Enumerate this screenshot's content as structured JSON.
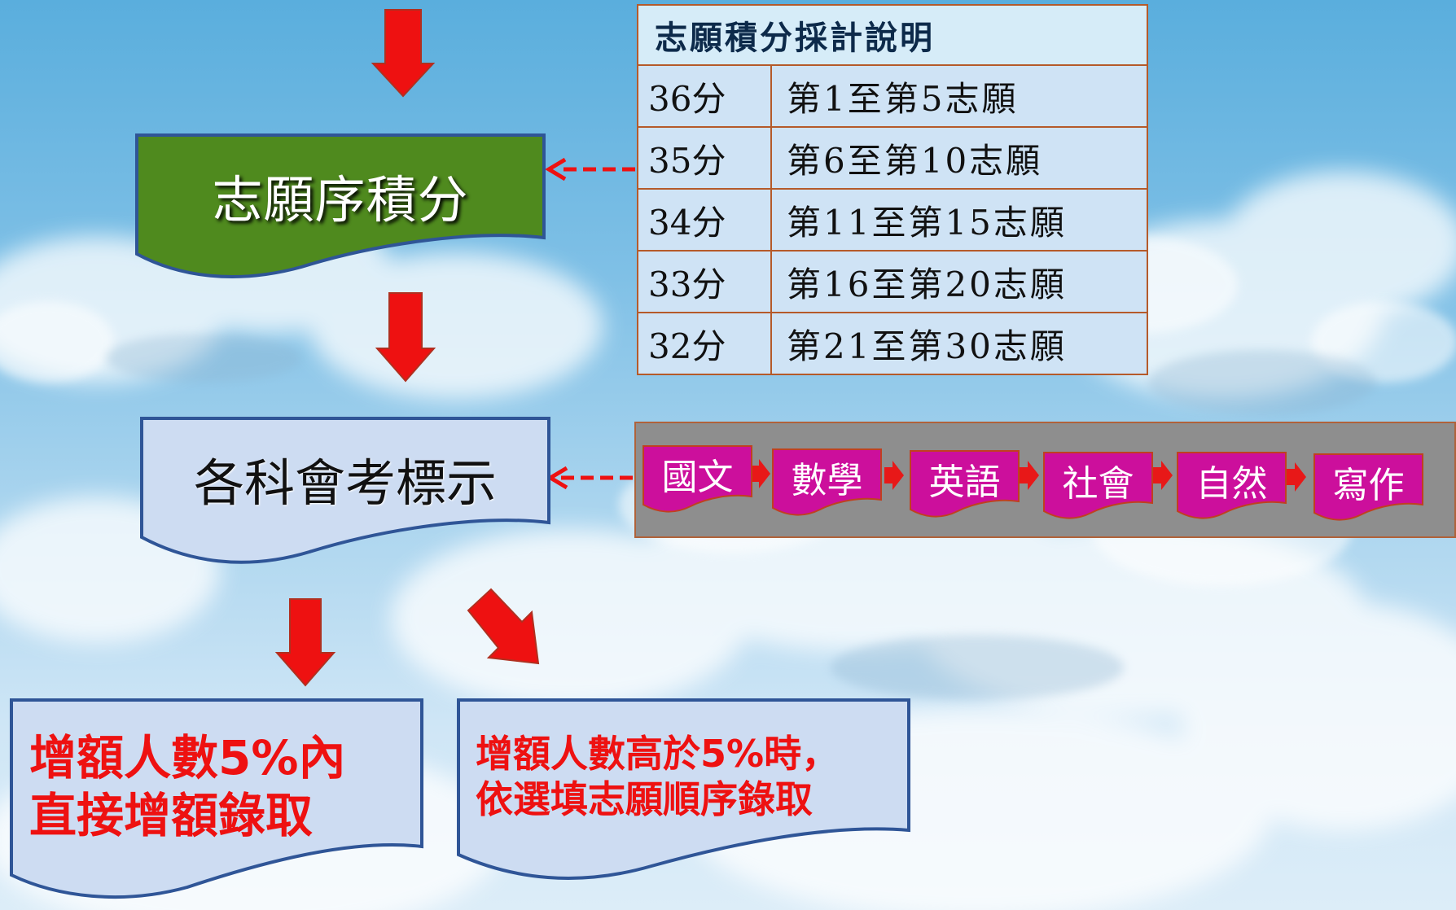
{
  "flow": {
    "box1_label": "志願序積分",
    "box2_label": "各科會考標示",
    "result_left": [
      "增額人數5%內",
      "直接增額錄取"
    ],
    "result_right": [
      "增額人數高於5%時，",
      "依選填志願順序錄取"
    ]
  },
  "score_table": {
    "header": "志願積分採計說明",
    "rows": [
      {
        "points": "36分",
        "range": "第1至第5志願"
      },
      {
        "points": "35分",
        "range": "第6至第10志願"
      },
      {
        "points": "34分",
        "range": "第11至第15志願"
      },
      {
        "points": "33分",
        "range": "第16至第20志願"
      },
      {
        "points": "32分",
        "range": "第21至第30志願"
      }
    ]
  },
  "subjects": [
    "國文",
    "數學",
    "英語",
    "社會",
    "自然",
    "寫作"
  ],
  "colors": {
    "arrow_red": "#ee1111",
    "box1_fill": "#4f8a1e",
    "box_light_fill": "#cddcf2",
    "box_border": "#2f5597",
    "subject_fill": "#cc0f9c",
    "table_border": "#b55a2a",
    "result_text": "#ee1111"
  }
}
